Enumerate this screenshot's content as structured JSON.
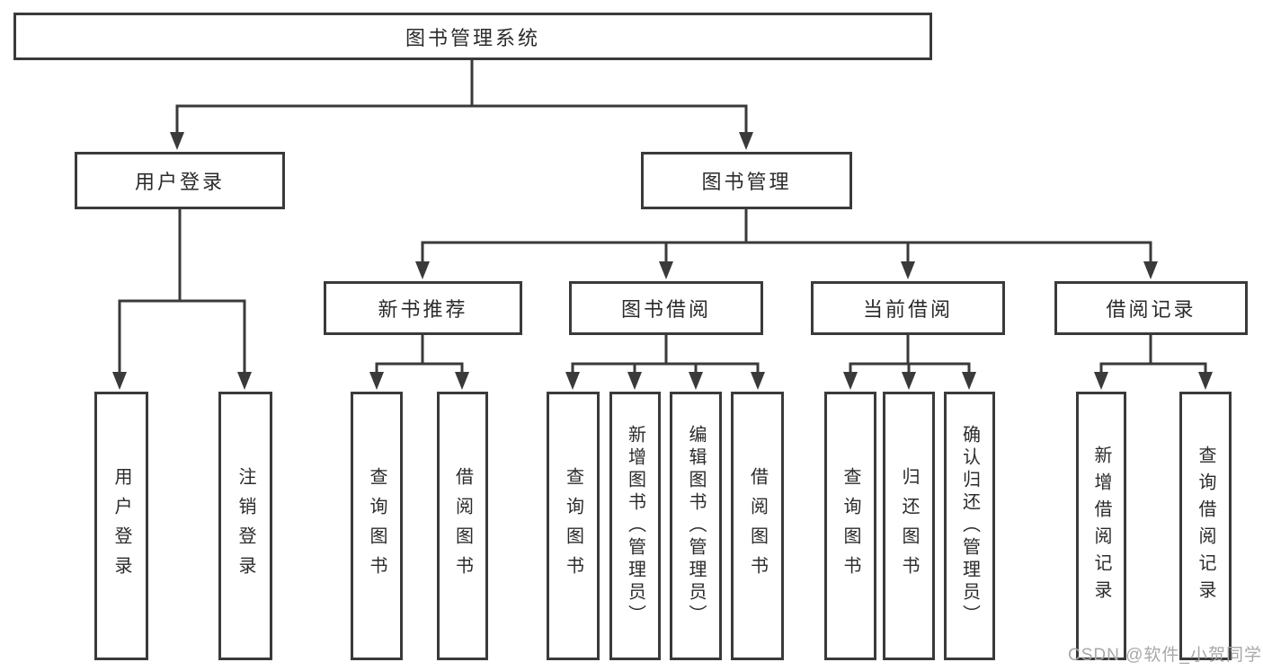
{
  "diagram": {
    "title": "图书管理系统",
    "root": {
      "label": "图书管理系统"
    },
    "level2": [
      {
        "label": "用户登录"
      },
      {
        "label": "图书管理"
      }
    ],
    "level3": [
      {
        "label": "新书推荐"
      },
      {
        "label": "图书借阅"
      },
      {
        "label": "当前借阅"
      },
      {
        "label": "借阅记录"
      }
    ],
    "leaves": [
      {
        "label": "用户登录",
        "parent": "用户登录"
      },
      {
        "label": "注销登录",
        "parent": "用户登录"
      },
      {
        "label": "查询图书",
        "parent": "新书推荐"
      },
      {
        "label": "借阅图书",
        "parent": "新书推荐"
      },
      {
        "label": "查询图书",
        "parent": "图书借阅"
      },
      {
        "label": "新增图书（管理员）",
        "parent": "图书借阅"
      },
      {
        "label": "编辑图书（管理员）",
        "parent": "图书借阅"
      },
      {
        "label": "借阅图书",
        "parent": "图书借阅"
      },
      {
        "label": "查询图书",
        "parent": "当前借阅"
      },
      {
        "label": "归还图书",
        "parent": "当前借阅"
      },
      {
        "label": "确认归还（管理员）",
        "parent": "当前借阅"
      },
      {
        "label": "新增借阅记录",
        "parent": "借阅记录"
      },
      {
        "label": "查询借阅记录",
        "parent": "借阅记录"
      }
    ]
  },
  "watermark": {
    "text": "CSDN @软件_小贺同学"
  },
  "colors": {
    "line": "#3a3a3a",
    "arrow": "#3a3a3a",
    "text": "#2b2b2b",
    "watermark": "#a8a8a8",
    "background": "#ffffff"
  }
}
